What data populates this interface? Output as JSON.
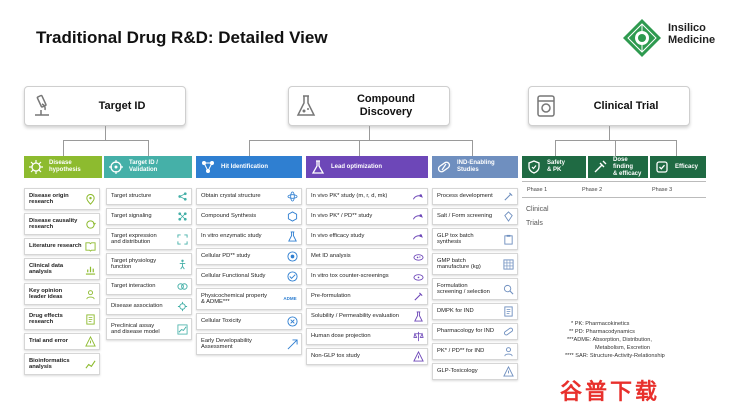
{
  "title": "Traditional Drug R&D: Detailed View",
  "logo": {
    "line1": "Insilico",
    "line2": "Medicine"
  },
  "categories": [
    {
      "label": "Target ID"
    },
    {
      "label": "Compound\nDiscovery"
    },
    {
      "label": "Clinical Trial"
    }
  ],
  "columns": {
    "disease": {
      "header": "Disease\nhypothesis",
      "items": [
        "Disease origin\nresearch",
        "Disease causality\nresearch",
        "Literature research",
        "Clinical data\nanalysis",
        "Key opinion\nleader ideas",
        "Drug effects\nresearch",
        "Trial and error",
        "Bioinformatics\nanalysis"
      ]
    },
    "target": {
      "header": "Target ID /\nValidation",
      "items": [
        "Target structure",
        "Target signaling",
        "Target expression\nand distribution",
        "Target physiology\nfunction",
        "Target interaction",
        "Disease association",
        "Preclinical assay\nand disease model"
      ]
    },
    "hit": {
      "header": "Hit Identification",
      "items": [
        "Obtain crystal structure",
        "Compound Synthesis",
        "In vitro enzymatic study",
        "Cellular PD** study",
        "Cellular Functional Study",
        "Physicochemical property\n& ADME***",
        "Cellular Toxicity",
        "Early Developability\nAssessment"
      ],
      "adme_tag": "ADME"
    },
    "lead": {
      "header": "Lead optimization",
      "items": [
        "In vivo PK* study (m, r, d, mk)",
        "In vivo PK* / PD** study",
        "In vivo efficacy study",
        "Met ID analysis",
        "In vitro tox counter-screenings",
        "Pre-formulation",
        "Solubility / Permeability evaluation",
        "Human dose projection",
        "Non-GLP tox study"
      ]
    },
    "ind": {
      "header": "IND-Enabling\nStudies",
      "items": [
        "Process development",
        "Salt / Form screening",
        "GLP tox batch\nsynthesis",
        "GMP batch\nmanufacture (kg)",
        "Formulation\nscreening / selection",
        "DMPK for IND",
        "Pharmacology for IND",
        "PK* / PD** for IND",
        "GLP-Toxicology"
      ]
    }
  },
  "clinical": {
    "headers": [
      "Safety\n& PK",
      "Dose finding\n& efficacy",
      "Efficacy"
    ],
    "phases": [
      "Phase 1",
      "Phase 2",
      "Phase 3"
    ],
    "text": [
      "Clinical",
      "Trials"
    ]
  },
  "legend": [
    "*   PK: Pharmacokinetics",
    "**  PD: Pharmacodynamics",
    "***ADME: Absorption, Distribution,",
    "Metabolism, Excretion",
    "****  SAR: Structure-Activity-Relationship"
  ],
  "watermark": "谷普下载",
  "colors": {
    "disease": "#8dbb2f",
    "target": "#45b0a8",
    "hit": "#2f7fd1",
    "lead": "#6d47b8",
    "ind": "#6f8fbf",
    "clinical": "#1f6a43"
  }
}
